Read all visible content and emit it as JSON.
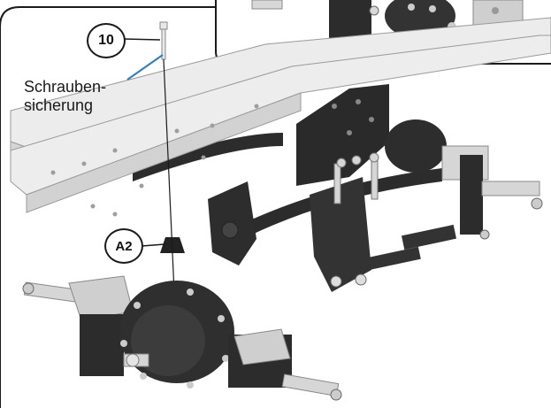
{
  "callouts": {
    "screw": "10",
    "mount": "A2"
  },
  "note": {
    "line1": "Schrauben-",
    "line2": "sicherung"
  },
  "colors": {
    "frame": "#1a1a1a",
    "leader_blue": "#2f7cc4",
    "rail_light": "#ececec",
    "rail_edge": "#9a9a9a",
    "part_dark": "#2c2c2c",
    "metal_light": "#d8d8d8"
  }
}
